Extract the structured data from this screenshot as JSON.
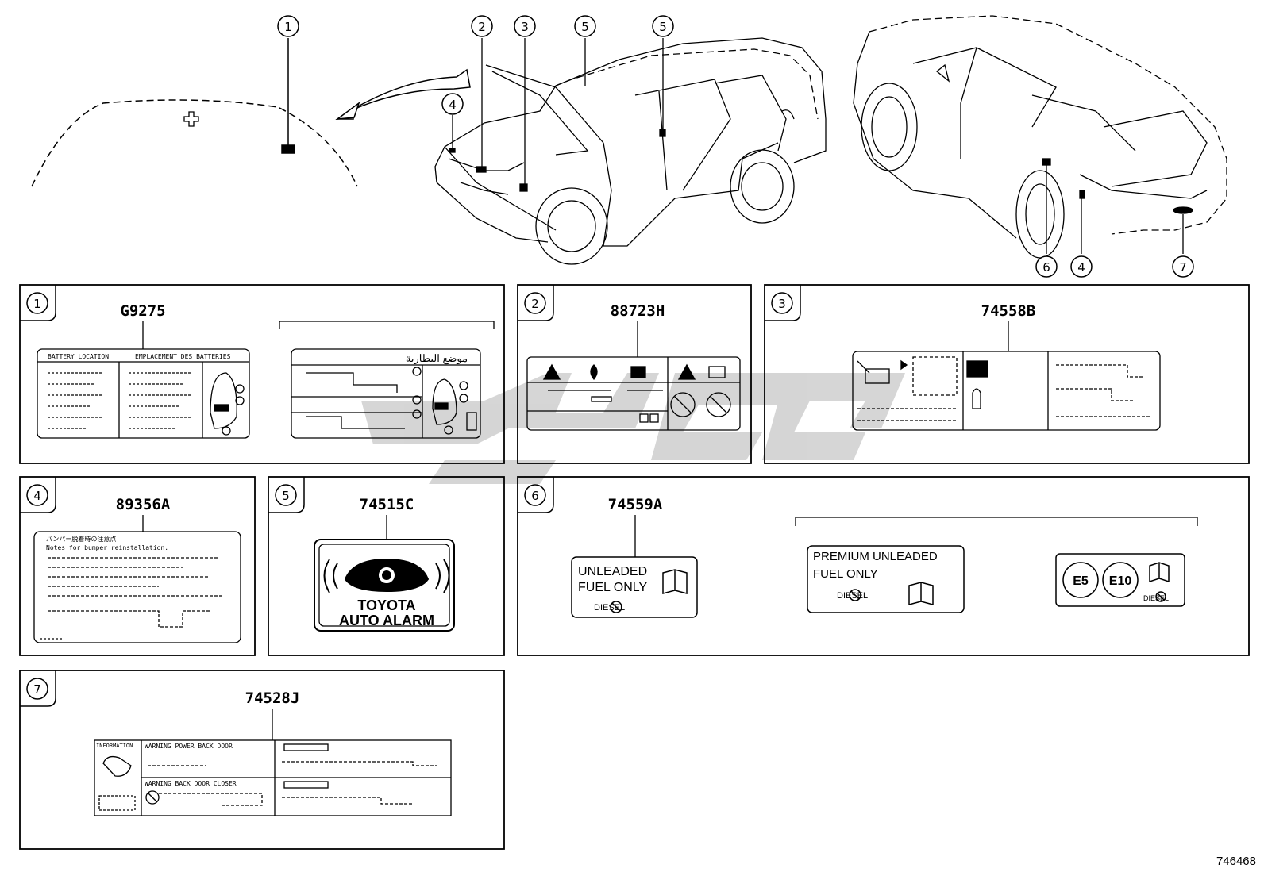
{
  "diagram_id": "746468",
  "callouts": {
    "c1": "1",
    "c2": "2",
    "c3": "3",
    "c4": "4",
    "c5": "5",
    "c5b": "5",
    "c4b": "4",
    "c6": "6",
    "c7": "7"
  },
  "panels": [
    {
      "num": "1",
      "part": "G9275"
    },
    {
      "num": "2",
      "part": "88723H"
    },
    {
      "num": "3",
      "part": "74558B"
    },
    {
      "num": "4",
      "part": "89356A"
    },
    {
      "num": "5",
      "part": "74515C"
    },
    {
      "num": "6",
      "part": "74559A"
    },
    {
      "num": "7",
      "part": "74528J"
    }
  ],
  "label_texts": {
    "battery_en": "BATTERY LOCATION",
    "battery_fr": "EMPLACEMENT DES BATTERIES",
    "battery_ar": "موضع البطارية",
    "bumper_jp": "バンパー脱着時の注意点",
    "bumper_en": "Notes for bumper reinstallation.",
    "alarm_line1": "TOYOTA",
    "alarm_line2": "AUTO ALARM",
    "fuel_a_line1": "UNLEADED",
    "fuel_a_line2": "FUEL ONLY",
    "fuel_b_line1": "PREMIUM UNLEADED",
    "fuel_b_line2": "FUEL ONLY",
    "diesel": "DIESEL",
    "e5": "E5",
    "e10": "E10",
    "info": "INFORMATION",
    "warn_power": "WARNING  POWER  BACK  DOOR",
    "warn_close": "WARNING  BACK  DOOR  CLOSER"
  }
}
